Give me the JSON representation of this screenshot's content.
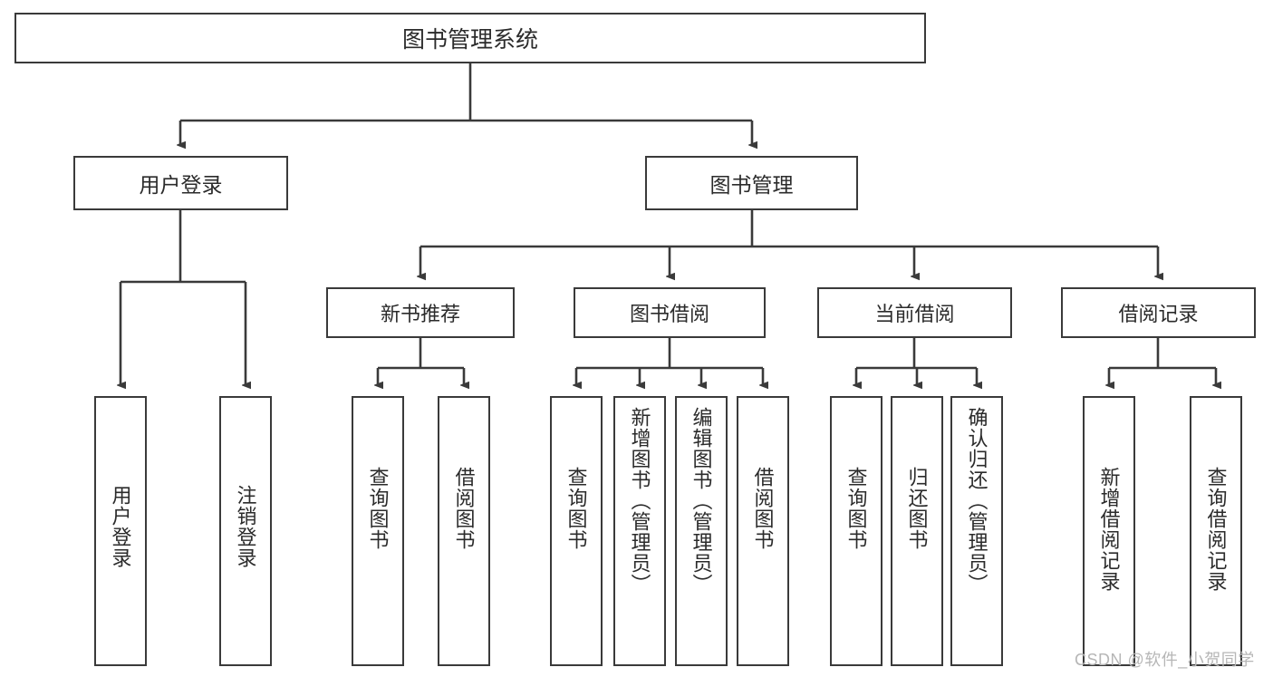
{
  "diagram": {
    "title": "图书管理系统",
    "type": "hierarchy-tree",
    "root": {
      "label": "图书管理系统"
    },
    "level2": [
      {
        "label": "用户登录"
      },
      {
        "label": "图书管理"
      }
    ],
    "level3": [
      {
        "label": "新书推荐"
      },
      {
        "label": "图书借阅"
      },
      {
        "label": "当前借阅"
      },
      {
        "label": "借阅记录"
      }
    ],
    "leaves": {
      "user_login": [
        {
          "label": "用户登录"
        },
        {
          "label": "注销登录"
        }
      ],
      "new_book_recommend": [
        {
          "label": "查询图书"
        },
        {
          "label": "借阅图书"
        }
      ],
      "book_borrow": [
        {
          "label": "查询图书"
        },
        {
          "label": "新增图书（管理员）"
        },
        {
          "label": "编辑图书（管理员）"
        },
        {
          "label": "借阅图书"
        }
      ],
      "current_borrow": [
        {
          "label": "查询图书"
        },
        {
          "label": "归还图书"
        },
        {
          "label": "确认归还（管理员）"
        }
      ],
      "borrow_record": [
        {
          "label": "新增借阅记录"
        },
        {
          "label": "查询借阅记录"
        }
      ]
    },
    "watermark": "CSDN @软件_小贺同学",
    "colors": {
      "border": "#3a3a3a",
      "text": "#2b2b2b",
      "background": "#ffffff",
      "watermark": "#b6b6b6"
    }
  }
}
